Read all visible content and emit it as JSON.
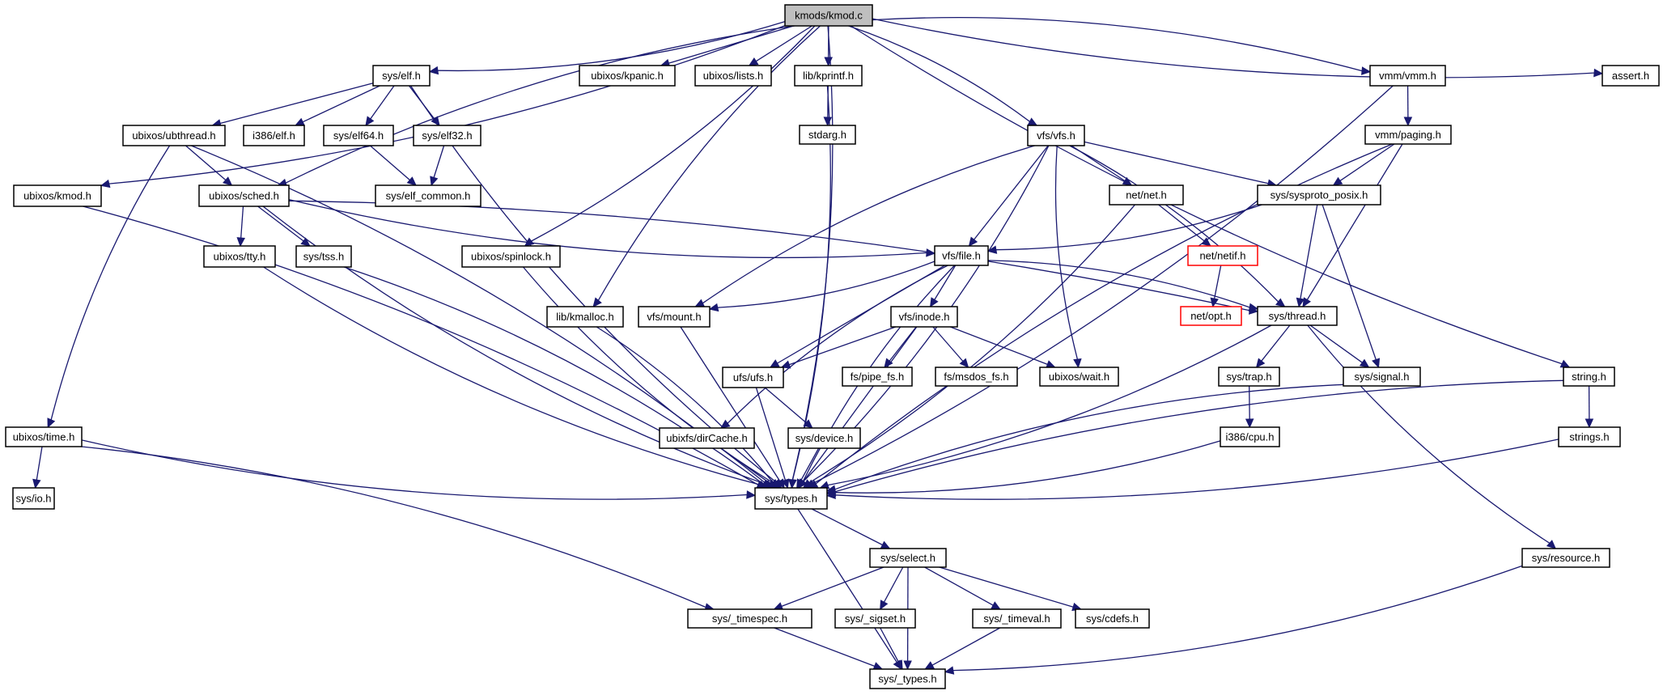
{
  "title": "kmods/kmod.c include dependency graph",
  "colors": {
    "edge": "#191970",
    "root_fill": "#bfbfbf",
    "missing_border": "#ff0000"
  },
  "nodes": [
    {
      "id": "kmods/kmod.c",
      "label": "kmods/kmod.c",
      "kind": "root"
    },
    {
      "id": "sys/elf.h",
      "label": "sys/elf.h"
    },
    {
      "id": "ubixos/kpanic.h",
      "label": "ubixos/kpanic.h"
    },
    {
      "id": "ubixos/lists.h",
      "label": "ubixos/lists.h"
    },
    {
      "id": "lib/kprintf.h",
      "label": "lib/kprintf.h"
    },
    {
      "id": "vmm/vmm.h",
      "label": "vmm/vmm.h"
    },
    {
      "id": "assert.h",
      "label": "assert.h"
    },
    {
      "id": "ubixos/ubthread.h",
      "label": "ubixos/ubthread.h"
    },
    {
      "id": "i386/elf.h",
      "label": "i386/elf.h"
    },
    {
      "id": "sys/elf64.h",
      "label": "sys/elf64.h"
    },
    {
      "id": "sys/elf32.h",
      "label": "sys/elf32.h"
    },
    {
      "id": "stdarg.h",
      "label": "stdarg.h"
    },
    {
      "id": "vfs/vfs.h",
      "label": "vfs/vfs.h"
    },
    {
      "id": "vmm/paging.h",
      "label": "vmm/paging.h"
    },
    {
      "id": "ubixos/kmod.h",
      "label": "ubixos/kmod.h"
    },
    {
      "id": "ubixos/sched.h",
      "label": "ubixos/sched.h"
    },
    {
      "id": "sys/elf_common.h",
      "label": "sys/elf_common.h"
    },
    {
      "id": "net/net.h",
      "label": "net/net.h"
    },
    {
      "id": "sys/sysproto_posix.h",
      "label": "sys/sysproto_posix.h"
    },
    {
      "id": "ubixos/tty.h",
      "label": "ubixos/tty.h"
    },
    {
      "id": "sys/tss.h",
      "label": "sys/tss.h"
    },
    {
      "id": "ubixos/spinlock.h",
      "label": "ubixos/spinlock.h"
    },
    {
      "id": "vfs/file.h",
      "label": "vfs/file.h"
    },
    {
      "id": "net/netif.h",
      "label": "net/netif.h",
      "kind": "missing"
    },
    {
      "id": "lib/kmalloc.h",
      "label": "lib/kmalloc.h"
    },
    {
      "id": "vfs/mount.h",
      "label": "vfs/mount.h"
    },
    {
      "id": "vfs/inode.h",
      "label": "vfs/inode.h"
    },
    {
      "id": "net/opt.h",
      "label": "net/opt.h",
      "kind": "missing"
    },
    {
      "id": "sys/thread.h",
      "label": "sys/thread.h"
    },
    {
      "id": "ufs/ufs.h",
      "label": "ufs/ufs.h"
    },
    {
      "id": "fs/pipe_fs.h",
      "label": "fs/pipe_fs.h"
    },
    {
      "id": "fs/msdos_fs.h",
      "label": "fs/msdos_fs.h"
    },
    {
      "id": "ubixos/wait.h",
      "label": "ubixos/wait.h"
    },
    {
      "id": "sys/trap.h",
      "label": "sys/trap.h"
    },
    {
      "id": "sys/signal.h",
      "label": "sys/signal.h"
    },
    {
      "id": "string.h",
      "label": "string.h"
    },
    {
      "id": "ubixos/time.h",
      "label": "ubixos/time.h"
    },
    {
      "id": "ubixfs/dirCache.h",
      "label": "ubixfs/dirCache.h"
    },
    {
      "id": "sys/device.h",
      "label": "sys/device.h"
    },
    {
      "id": "i386/cpu.h",
      "label": "i386/cpu.h"
    },
    {
      "id": "strings.h",
      "label": "strings.h"
    },
    {
      "id": "sys/io.h",
      "label": "sys/io.h"
    },
    {
      "id": "sys/types.h",
      "label": "sys/types.h"
    },
    {
      "id": "sys/select.h",
      "label": "sys/select.h"
    },
    {
      "id": "sys/resource.h",
      "label": "sys/resource.h"
    },
    {
      "id": "sys/_timespec.h",
      "label": "sys/_timespec.h"
    },
    {
      "id": "sys/_sigset.h",
      "label": "sys/_sigset.h"
    },
    {
      "id": "sys/_timeval.h",
      "label": "sys/_timeval.h"
    },
    {
      "id": "sys/cdefs.h",
      "label": "sys/cdefs.h"
    },
    {
      "id": "sys/_types.h",
      "label": "sys/_types.h"
    }
  ],
  "edges": [
    [
      "kmods/kmod.c",
      "sys/elf.h"
    ],
    [
      "kmods/kmod.c",
      "ubixos/kpanic.h"
    ],
    [
      "kmods/kmod.c",
      "ubixos/lists.h"
    ],
    [
      "kmods/kmod.c",
      "lib/kprintf.h"
    ],
    [
      "kmods/kmod.c",
      "vmm/vmm.h"
    ],
    [
      "kmods/kmod.c",
      "assert.h"
    ],
    [
      "kmods/kmod.c",
      "ubixos/kmod.h"
    ],
    [
      "kmods/kmod.c",
      "ubixos/sched.h"
    ],
    [
      "kmods/kmod.c",
      "ubixos/spinlock.h"
    ],
    [
      "kmods/kmod.c",
      "lib/kmalloc.h"
    ],
    [
      "kmods/kmod.c",
      "vfs/vfs.h"
    ],
    [
      "kmods/kmod.c",
      "string.h"
    ],
    [
      "kmods/kmod.c",
      "sys/types.h"
    ],
    [
      "sys/elf.h",
      "ubixos/ubthread.h"
    ],
    [
      "sys/elf.h",
      "i386/elf.h"
    ],
    [
      "sys/elf.h",
      "sys/elf64.h"
    ],
    [
      "sys/elf.h",
      "sys/elf32.h"
    ],
    [
      "sys/elf.h",
      "sys/types.h"
    ],
    [
      "sys/elf64.h",
      "sys/elf_common.h"
    ],
    [
      "sys/elf32.h",
      "sys/elf_common.h"
    ],
    [
      "ubixos/ubthread.h",
      "ubixos/sched.h"
    ],
    [
      "ubixos/ubthread.h",
      "ubixos/time.h"
    ],
    [
      "ubixos/ubthread.h",
      "sys/types.h"
    ],
    [
      "lib/kprintf.h",
      "stdarg.h"
    ],
    [
      "lib/kprintf.h",
      "sys/types.h"
    ],
    [
      "vmm/vmm.h",
      "vmm/paging.h"
    ],
    [
      "vmm/vmm.h",
      "sys/types.h"
    ],
    [
      "vmm/paging.h",
      "sys/sysproto_posix.h"
    ],
    [
      "vmm/paging.h",
      "sys/thread.h"
    ],
    [
      "vmm/paging.h",
      "sys/types.h"
    ],
    [
      "ubixos/kmod.h",
      "sys/types.h"
    ],
    [
      "ubixos/sched.h",
      "ubixos/tty.h"
    ],
    [
      "ubixos/sched.h",
      "sys/tss.h"
    ],
    [
      "ubixos/sched.h",
      "vfs/file.h"
    ],
    [
      "ubixos/sched.h",
      "sys/thread.h"
    ],
    [
      "ubixos/sched.h",
      "sys/types.h"
    ],
    [
      "vfs/vfs.h",
      "vfs/file.h"
    ],
    [
      "vfs/vfs.h",
      "vfs/mount.h"
    ],
    [
      "vfs/vfs.h",
      "net/net.h"
    ],
    [
      "vfs/vfs.h",
      "sys/sysproto_posix.h"
    ],
    [
      "vfs/vfs.h",
      "sys/thread.h"
    ],
    [
      "vfs/vfs.h",
      "ubixos/wait.h"
    ],
    [
      "vfs/vfs.h",
      "sys/types.h"
    ],
    [
      "net/net.h",
      "net/netif.h"
    ],
    [
      "net/net.h",
      "sys/types.h"
    ],
    [
      "net/netif.h",
      "net/opt.h"
    ],
    [
      "sys/sysproto_posix.h",
      "vfs/file.h"
    ],
    [
      "sys/sysproto_posix.h",
      "sys/thread.h"
    ],
    [
      "sys/sysproto_posix.h",
      "sys/signal.h"
    ],
    [
      "ubixos/tty.h",
      "sys/types.h"
    ],
    [
      "sys/tss.h",
      "sys/types.h"
    ],
    [
      "ubixos/spinlock.h",
      "sys/types.h"
    ],
    [
      "vfs/file.h",
      "vfs/mount.h"
    ],
    [
      "vfs/file.h",
      "vfs/inode.h"
    ],
    [
      "vfs/file.h",
      "ufs/ufs.h"
    ],
    [
      "vfs/file.h",
      "ubixfs/dirCache.h"
    ],
    [
      "vfs/file.h",
      "sys/thread.h"
    ],
    [
      "vfs/file.h",
      "sys/types.h"
    ],
    [
      "lib/kmalloc.h",
      "sys/types.h"
    ],
    [
      "vfs/mount.h",
      "sys/types.h"
    ],
    [
      "vfs/inode.h",
      "ufs/ufs.h"
    ],
    [
      "vfs/inode.h",
      "fs/pipe_fs.h"
    ],
    [
      "vfs/inode.h",
      "fs/msdos_fs.h"
    ],
    [
      "vfs/inode.h",
      "ubixos/wait.h"
    ],
    [
      "vfs/inode.h",
      "sys/types.h"
    ],
    [
      "sys/thread.h",
      "sys/trap.h"
    ],
    [
      "sys/thread.h",
      "sys/signal.h"
    ],
    [
      "sys/thread.h",
      "sys/resource.h"
    ],
    [
      "sys/thread.h",
      "sys/types.h"
    ],
    [
      "ufs/ufs.h",
      "sys/device.h"
    ],
    [
      "ufs/ufs.h",
      "sys/types.h"
    ],
    [
      "sys/trap.h",
      "i386/cpu.h"
    ],
    [
      "i386/cpu.h",
      "sys/types.h"
    ],
    [
      "sys/signal.h",
      "sys/types.h"
    ],
    [
      "string.h",
      "strings.h"
    ],
    [
      "string.h",
      "sys/types.h"
    ],
    [
      "strings.h",
      "sys/types.h"
    ],
    [
      "ubixos/time.h",
      "sys/io.h"
    ],
    [
      "ubixos/time.h",
      "sys/_timespec.h"
    ],
    [
      "ubixos/time.h",
      "sys/types.h"
    ],
    [
      "ubixfs/dirCache.h",
      "sys/types.h"
    ],
    [
      "sys/device.h",
      "sys/types.h"
    ],
    [
      "sys/types.h",
      "sys/select.h"
    ],
    [
      "sys/types.h",
      "sys/_types.h"
    ],
    [
      "sys/select.h",
      "sys/_timespec.h"
    ],
    [
      "sys/select.h",
      "sys/_sigset.h"
    ],
    [
      "sys/select.h",
      "sys/_types.h"
    ],
    [
      "sys/select.h",
      "sys/_timeval.h"
    ],
    [
      "sys/select.h",
      "sys/cdefs.h"
    ],
    [
      "sys/_timespec.h",
      "sys/_types.h"
    ],
    [
      "sys/_sigset.h",
      "sys/_types.h"
    ],
    [
      "sys/_timeval.h",
      "sys/_types.h"
    ],
    [
      "sys/resource.h",
      "sys/_types.h"
    ]
  ]
}
